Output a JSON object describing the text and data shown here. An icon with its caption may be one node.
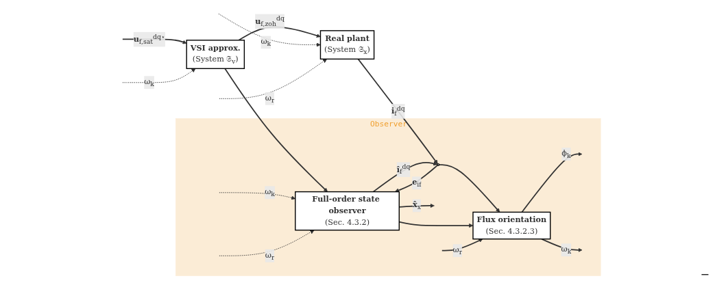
{
  "diagram": {
    "nodes": [
      {
        "text": [
          "Observer"
        ]
      },
      {
        "text": [
          "VSI approx.",
          "(System 𝔖$_{v}$)"
        ]
      },
      {
        "text": [
          "Real plant",
          "(System 𝔖$_{x}$)"
        ]
      },
      {
        "text": [
          "Full-order state observer",
          "(Sec. 4.3.2)"
        ],
        "in": 0
      },
      {
        "text": [],
        "shape": "circle",
        "in": 0
      },
      {
        "text": [
          "Flux orientation",
          "(Sec. 4.3.2.3)"
        ],
        "in": 0
      }
    ],
    "edges": [
      {
        "from": null,
        "to": 1,
        "arrow": "to",
        "label": "**u**$_{f,sat}$$^{dq⋆}$"
      },
      {
        "from": null,
        "to": 1,
        "arrow": "to",
        "label": "ω$_{k}$",
        "style": "dashed"
      },
      {
        "from": 1,
        "to": 2,
        "arrow": "to",
        "label": "**u**$_{f,zoh}$$^{dq}$"
      },
      {
        "from": 1,
        "to": 3,
        "arrow": "to"
      },
      {
        "from": null,
        "to": 2,
        "arrow": "to",
        "label": "ω$_{k}$",
        "style": "dashed"
      },
      {
        "from": null,
        "to": 2,
        "arrow": "to",
        "label": "ω$_{r}$",
        "style": "dashed"
      },
      {
        "from": 2,
        "to": 4,
        "arrow": "to",
        "label": "**i**$_{f}$$^{dq}$"
      },
      {
        "from": 3,
        "to": 4,
        "arrow": "to",
        "label": "**î**$_{f}$$^{dq}$"
      },
      {
        "from": 4,
        "to": 5,
        "arrow": "to"
      },
      {
        "from": 4,
        "to": 3,
        "arrow": "to",
        "label": "**e**$_{i}$$_{f}$"
      },
      {
        "from": 3,
        "to": null,
        "arrow": "to",
        "label": "**x̂**$_{x}$"
      },
      {
        "from": 3,
        "to": 5,
        "arrow": "to"
      },
      {
        "from": null,
        "to": 5,
        "arrow": "to",
        "label": "ω$_{r}$"
      },
      {
        "from": 5,
        "to": null,
        "arrow": "to",
        "label": "ϕ$_{k}$"
      },
      {
        "from": 5,
        "to": null,
        "arrow": "to",
        "label": "ω$_{k}$"
      },
      {
        "from": null,
        "to": 3,
        "arrow": "to",
        "label": "ω$_{k}$",
        "style": "dashed"
      },
      {
        "from": null,
        "to": 3,
        "arrow": "to",
        "label": "ω$_{r}$",
        "style": "dashed"
      }
    ],
    "labels": [
      "−"
    ]
  }
}
